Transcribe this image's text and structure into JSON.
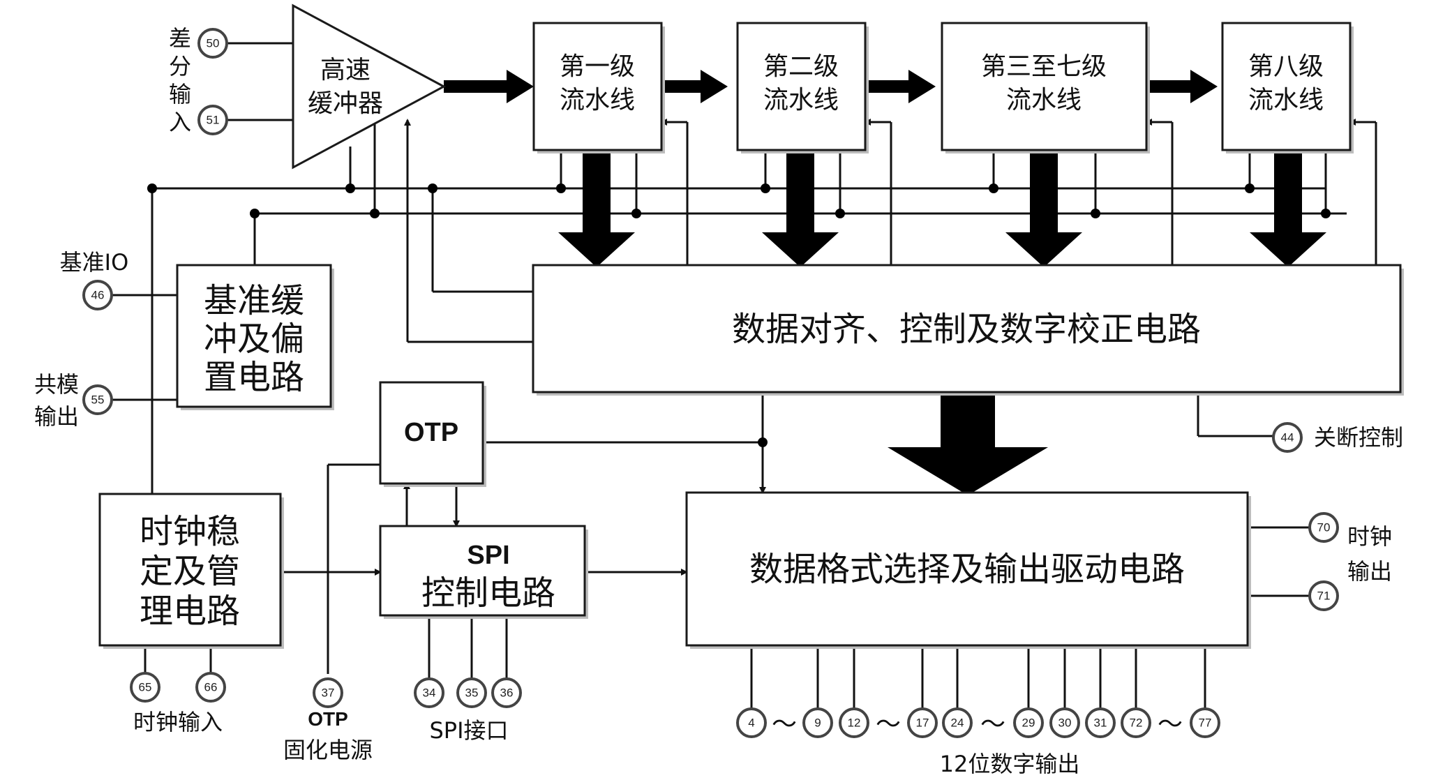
{
  "blocks": {
    "buffer": [
      "高速",
      "缓冲器"
    ],
    "stage1": [
      "第一级",
      "流水线"
    ],
    "stage2": [
      "第二级",
      "流水线"
    ],
    "stage3": [
      "第三至七级",
      "流水线"
    ],
    "stage8": [
      "第八级",
      "流水线"
    ],
    "ref": [
      "基准缓",
      "冲及偏",
      "置电路"
    ],
    "align": "数据对齐、控制及数字校正电路",
    "otp": "OTP",
    "spi": [
      "SPI",
      "控制电路"
    ],
    "clock": [
      "时钟稳",
      "定及管",
      "理电路"
    ],
    "output": "数据格式选择及输出驱动电路"
  },
  "labels": {
    "diff_input": [
      "差",
      "分",
      "输",
      "入"
    ],
    "ref_io": "基准IO",
    "common_mode": [
      "共模",
      "输出"
    ],
    "shutdown": "关断控制",
    "clock_out": [
      "时钟",
      "输出"
    ],
    "clock_in": "时钟输入",
    "otp_power": [
      "OTP",
      "固化电源"
    ],
    "spi_port": "SPI接口",
    "digital_out": "12位数字输出"
  },
  "pins": {
    "p50": "50",
    "p51": "51",
    "p46": "46",
    "p55": "55",
    "p44": "44",
    "p70": "70",
    "p71": "71",
    "p65": "65",
    "p66": "66",
    "p37": "37",
    "p34": "34",
    "p35": "35",
    "p36": "36",
    "p4": "4",
    "p9": "9",
    "p12": "12",
    "p17": "17",
    "p24": "24",
    "p29": "29",
    "p30": "30",
    "p31": "31",
    "p72": "72",
    "p77": "77"
  },
  "tilde": "～"
}
